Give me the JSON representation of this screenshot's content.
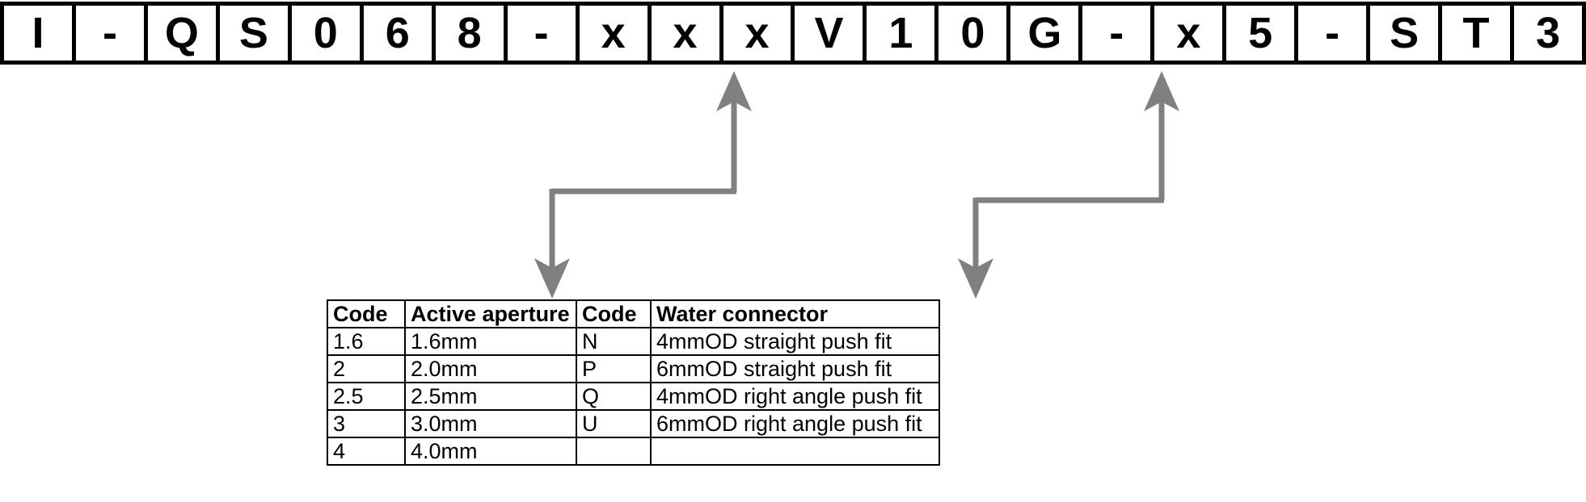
{
  "part_number": {
    "label": "part-number-string",
    "cells": [
      "I",
      "-",
      "Q",
      "S",
      "0",
      "6",
      "8",
      "-",
      "x",
      "x",
      "x",
      "V",
      "1",
      "0",
      "G",
      "-",
      "x",
      "5",
      "-",
      "S",
      "T",
      "3"
    ]
  },
  "leaders": {
    "color": "#808080",
    "groups": [
      {
        "name": "active-aperture-leader",
        "source_cell_index": 9,
        "target": "active-aperture-table"
      },
      {
        "name": "water-connector-leader",
        "source_cell_index": 16,
        "target": "water-connector-table"
      }
    ]
  },
  "spec_table": {
    "headers": [
      "Code",
      "Active aperture",
      "Code",
      "Water connector"
    ],
    "rows": [
      [
        "1.6",
        "1.6mm",
        "N",
        "4mmOD straight push fit"
      ],
      [
        "2",
        "2.0mm",
        "P",
        "6mmOD straight push fit"
      ],
      [
        "2.5",
        "2.5mm",
        "Q",
        "4mmOD right angle push fit"
      ],
      [
        "3",
        "3.0mm",
        "U",
        "6mmOD right angle push fit"
      ],
      [
        "4",
        "4.0mm",
        "",
        ""
      ]
    ]
  }
}
